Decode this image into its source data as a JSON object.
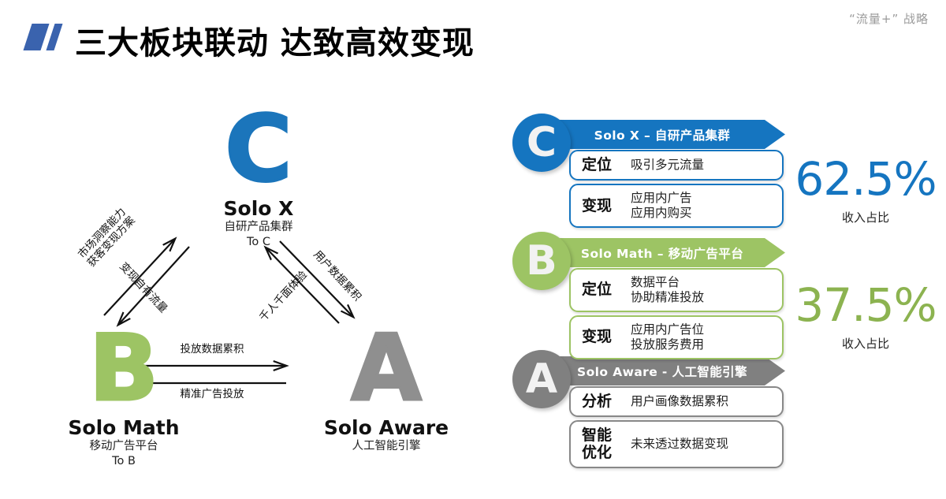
{
  "header": {
    "title": "三大板块联动  达致高效变现",
    "corner_tag": "“流量+” 战略",
    "logo_color": "#3a63ae"
  },
  "diagram": {
    "nodes": [
      {
        "letter": "C",
        "name": "Solo X",
        "sub1": "自研产品集群",
        "sub2": "To C",
        "color": "#1b75bb"
      },
      {
        "letter": "B",
        "name": "Solo Math",
        "sub1": "移动广告平台",
        "sub2": "To B",
        "color": "#9dc464"
      },
      {
        "letter": "A",
        "name": "Solo Aware",
        "sub1": "人工智能引擎",
        "sub2": "",
        "color": "#8f8f8f"
      }
    ],
    "edges": [
      {
        "id": "b-to-c",
        "line1": "市场洞察能力",
        "line2": "获客变现方案"
      },
      {
        "id": "c-to-b",
        "line1": "变现自有流量",
        "line2": ""
      },
      {
        "id": "c-to-a",
        "line1": "用户数据累积",
        "line2": ""
      },
      {
        "id": "a-to-c",
        "line1": "千人千面体验",
        "line2": ""
      },
      {
        "id": "b-to-a",
        "line1": "投放数据累积",
        "line2": ""
      },
      {
        "id": "a-to-b",
        "line1": "精准广告投放",
        "line2": ""
      }
    ]
  },
  "panel": {
    "blocks": [
      {
        "letter": "C",
        "banner": "Solo X – 自研产品集群",
        "color": "#1575c0",
        "border": "#1575c0",
        "rows": [
          {
            "key": "定位",
            "value": "吸引多元流量"
          },
          {
            "key": "变现",
            "value": "应用内广告\n应用内购买"
          }
        ]
      },
      {
        "letter": "B",
        "banner": "Solo Math – 移动广告平台",
        "color": "#9dc464",
        "border": "#9dc464",
        "rows": [
          {
            "key": "定位",
            "value": "数据平台\n协助精准投放"
          },
          {
            "key": "变现",
            "value": "应用内广告位\n投放服务费用"
          }
        ]
      },
      {
        "letter": "A",
        "banner": "Solo Aware - 人工智能引擎",
        "color": "#808080",
        "border": "#888888",
        "rows": [
          {
            "key": "分析",
            "value": "用户画像数据累积"
          },
          {
            "key": "智能\n优化",
            "value": "未来透过数据变现"
          }
        ]
      }
    ],
    "stats": [
      {
        "value": "62.5%",
        "caption": "收入占比",
        "color": "#1575c0"
      },
      {
        "value": "37.5%",
        "caption": "收入占比",
        "color": "#8cb350"
      }
    ]
  }
}
